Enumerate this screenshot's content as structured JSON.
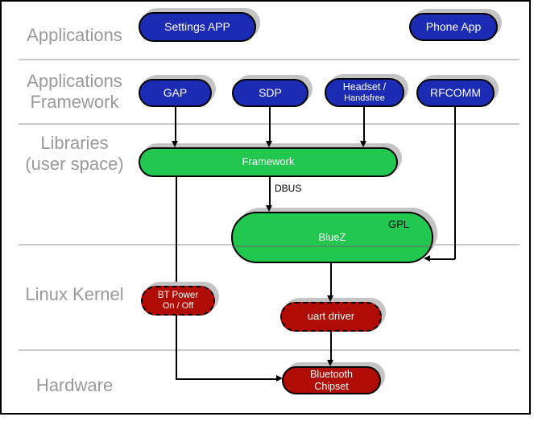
{
  "colors": {
    "app_blue": "#1b2bb4",
    "lib_green": "#21c74f",
    "kernel_red": "#b00c04",
    "shadow_gray": "#c4c4c4",
    "divider_gray": "#c9c9c9",
    "label_gray": "#9a9a9a",
    "line_black": "#000000"
  },
  "layers": {
    "applications": {
      "line1": "Applications"
    },
    "applications_framework": {
      "line1": "Applications",
      "line2": "Framework"
    },
    "libraries": {
      "line1": "Libraries",
      "line2": "(user space)"
    },
    "linux_kernel": {
      "line1": "Linux Kernel"
    },
    "hardware": {
      "line1": "Hardware"
    }
  },
  "nodes": {
    "settings_app": {
      "label": "Settings APP"
    },
    "phone_app": {
      "label": "Phone App"
    },
    "gap": {
      "label": "GAP"
    },
    "sdp": {
      "label": "SDP"
    },
    "headset": {
      "line1": "Headset /",
      "line2": "Handsfree"
    },
    "rfcomm": {
      "label": "RFCOMM"
    },
    "framework": {
      "label": "Framework"
    },
    "bluez": {
      "label": "BlueZ",
      "badge": "GPL"
    },
    "bt_power": {
      "line1": "BT Power",
      "line2": "On / Off"
    },
    "uart_driver": {
      "label": "uart driver"
    },
    "bluetooth_chipset": {
      "line1": "Bluetooth",
      "line2": "Chipset"
    }
  },
  "edges": {
    "framework_to_bluez": {
      "label": "DBUS"
    }
  }
}
